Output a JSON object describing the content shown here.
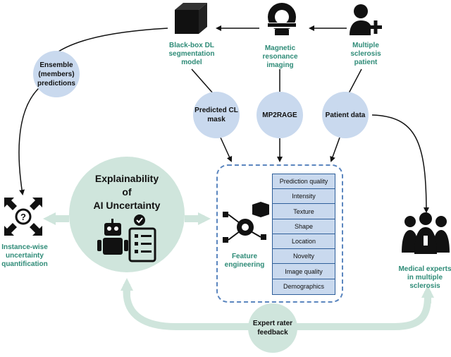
{
  "nodes": {
    "blackbox": "Black-box DL\nsegmentation\nmodel",
    "mri": "Magnetic\nresonance\nimaging",
    "patient": "Multiple\nsclerosis\npatient",
    "ensemble": "Ensemble\n(members)\npredictions",
    "predicted_cl": "Predicted CL\nmask",
    "mp2rage": "MP2RAGE",
    "patient_data": "Patient data",
    "explainability": "Explainability\nof\nAI Uncertainty",
    "instance_wise": "Instance-wise\nuncertainty\nquantification",
    "feature_engineering": "Feature\nengineering",
    "medical_experts": "Medical experts\nin multiple\nsclerosis",
    "expert_feedback": "Expert rater\nfeedback"
  },
  "features": [
    "Prediction quality",
    "Intensity",
    "Texture",
    "Shape",
    "Location",
    "Novelty",
    "Image quality",
    "Demographics"
  ],
  "colors": {
    "teal_text": "#2e8b77",
    "blue_circle": "#c9d9ee",
    "green_circle": "#cfe5dc",
    "green_arrow": "#cfe5dc",
    "dashed_border": "#5b86bf"
  },
  "icons": [
    "cube-icon",
    "mri-scanner-icon",
    "add-patient-icon",
    "question-arrows-icon",
    "robot-checklist-icon",
    "gear-network-icon",
    "medical-team-icon"
  ]
}
